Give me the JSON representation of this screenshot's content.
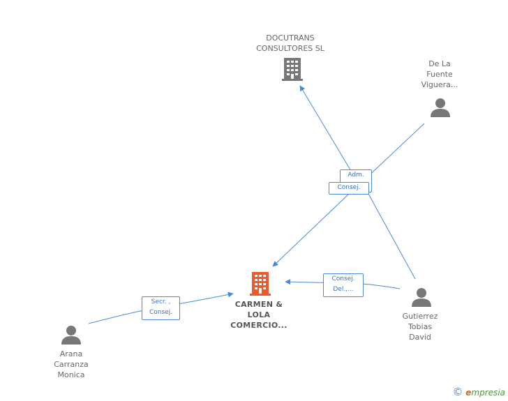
{
  "nodes": {
    "docutrans": {
      "label": "DOCUTRANS\nCONSULTORES SL"
    },
    "delafuente": {
      "label": "De La\nFuente\nViguera..."
    },
    "carmen": {
      "label": "CARMEN &\nLOLA\nCOMERCIO..."
    },
    "arana": {
      "label": "Arana\nCarranza\nMonica"
    },
    "gutierrez": {
      "label": "Gutierrez\nTobias\nDavid"
    }
  },
  "edges": {
    "adm": {
      "label": "Adm."
    },
    "consej_top": {
      "label": "Consej."
    },
    "consej_del": {
      "label": "Consej.\nDel.,..."
    },
    "secr": {
      "label": "Secr. ,\nConsej."
    }
  },
  "footer": {
    "copyright": "©",
    "brand_e": "e",
    "brand_rest": "mpresia"
  },
  "colors": {
    "edge": "#4a88d8",
    "company_main": "#f05a2a",
    "company": "#777777",
    "person": "#777777"
  }
}
